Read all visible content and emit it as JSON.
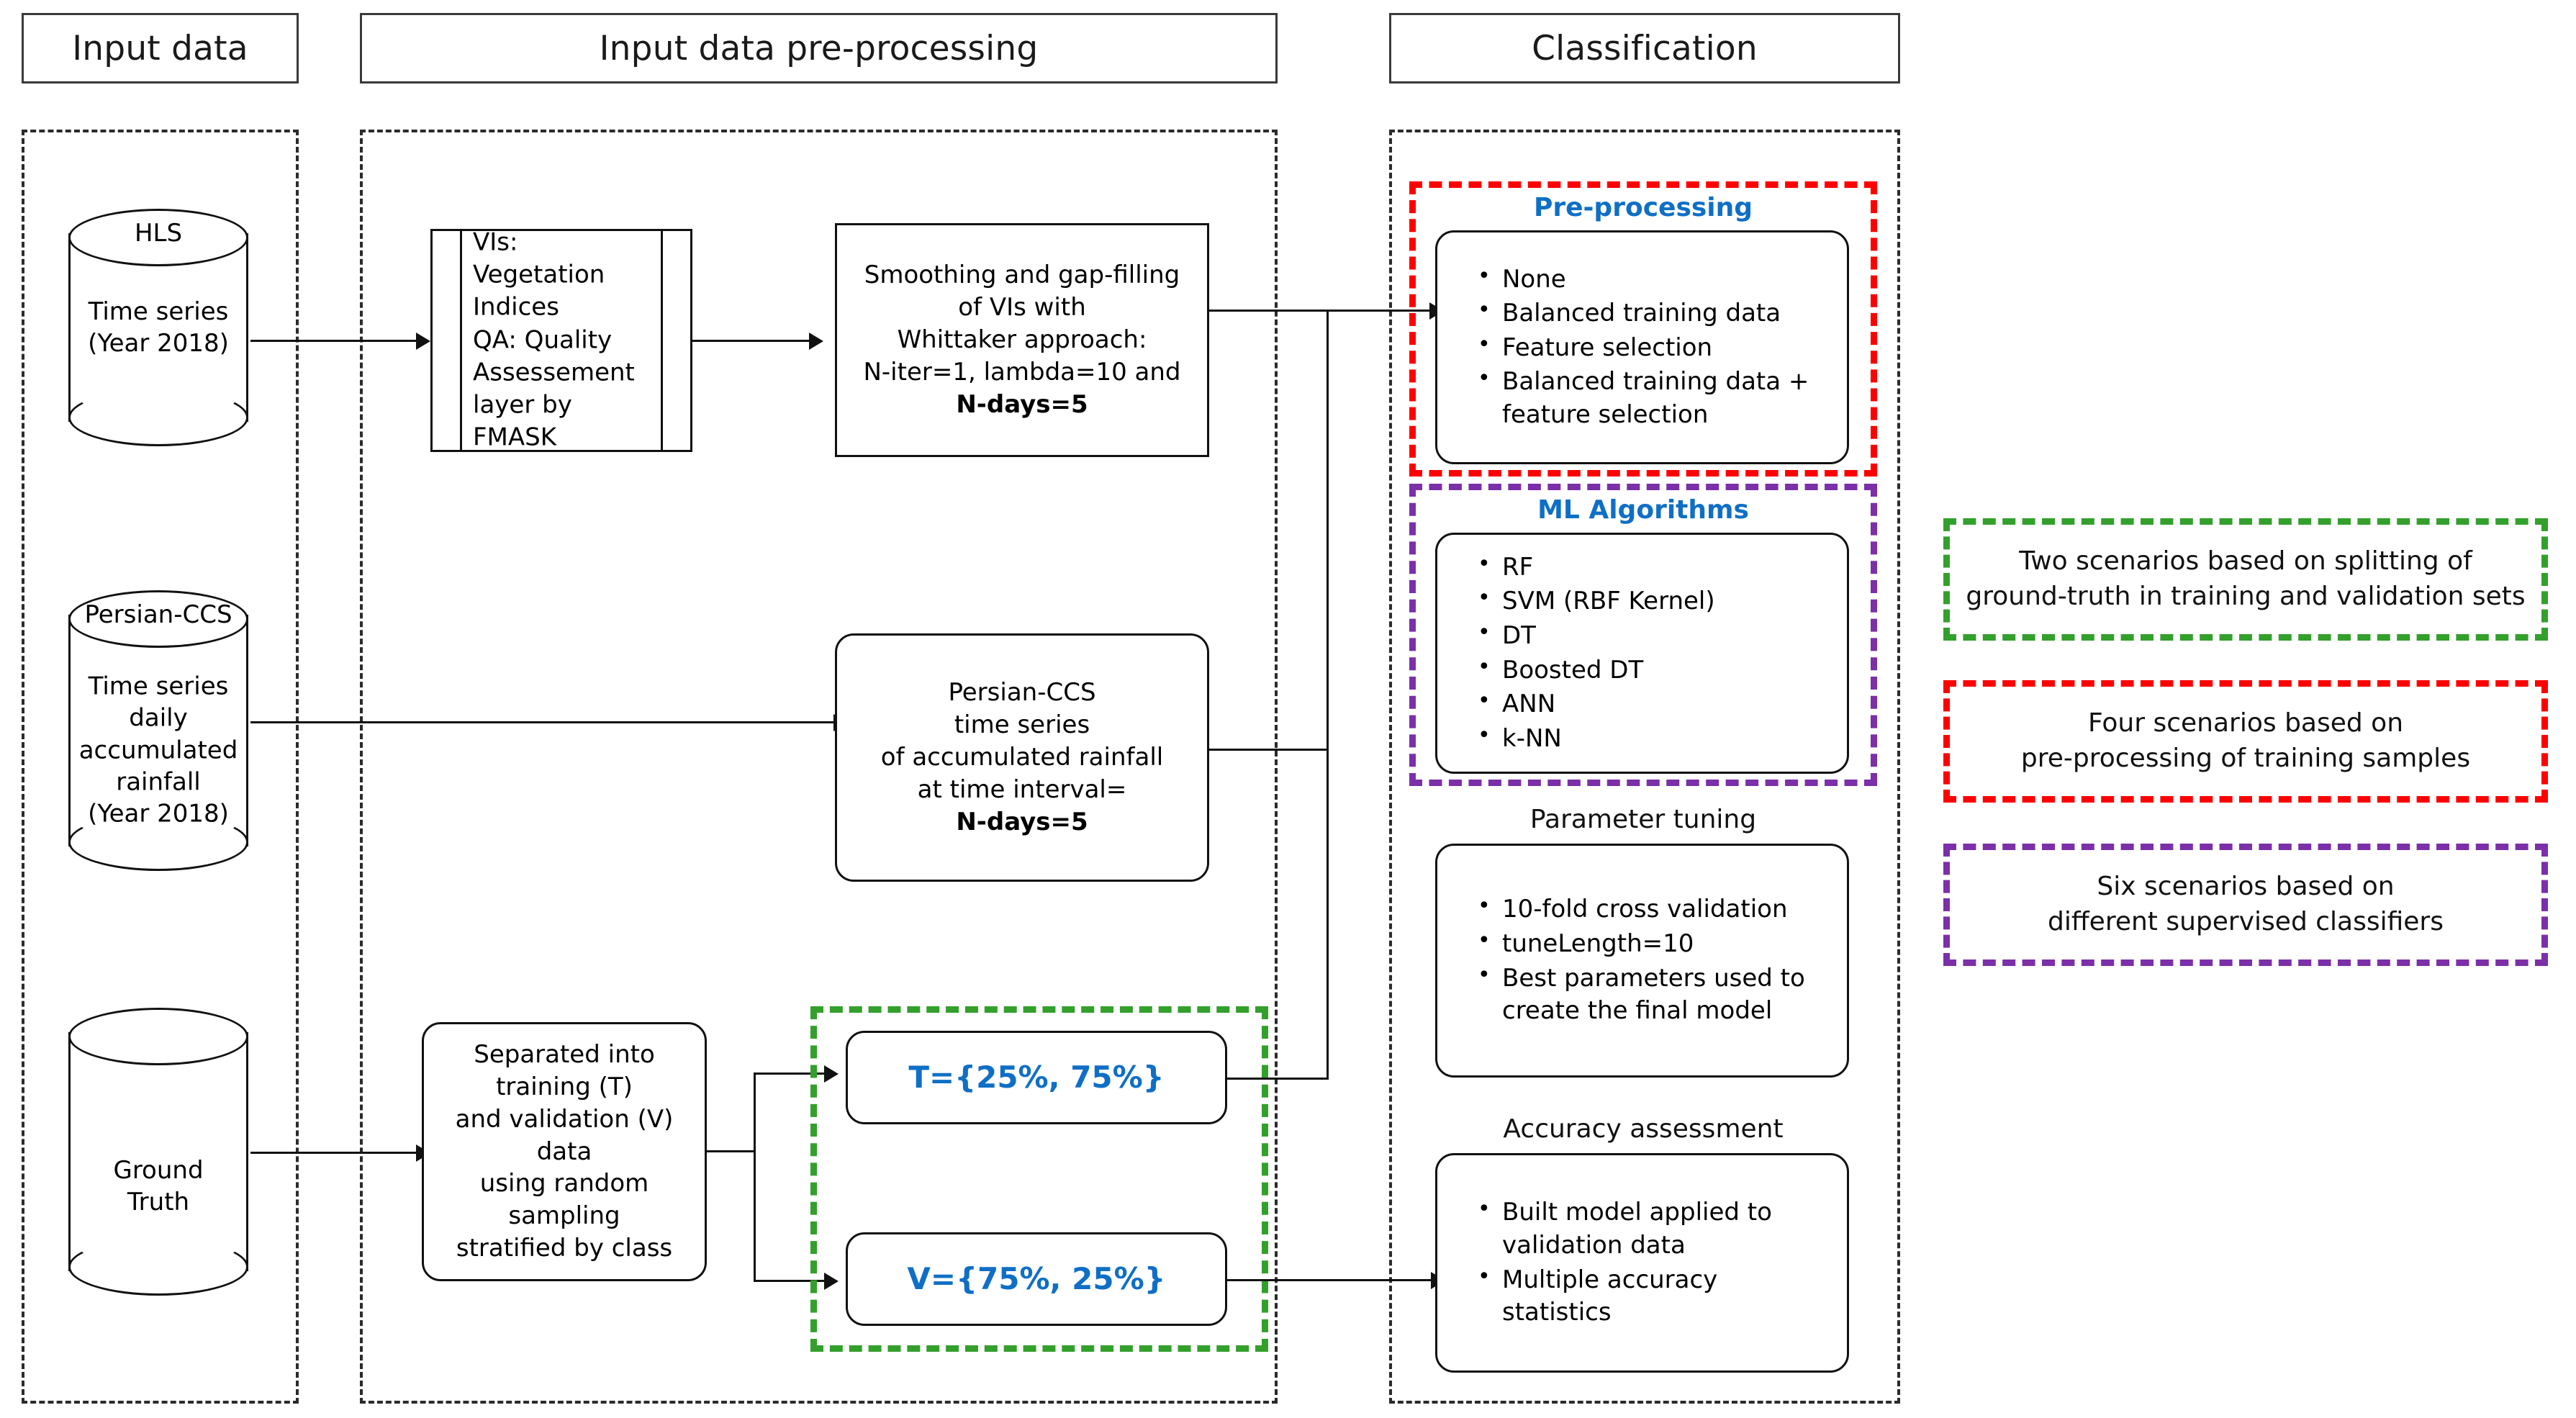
{
  "headers": {
    "input_data": "Input data",
    "preprocessing": "Input data pre-processing",
    "classification": "Classification"
  },
  "input_data": {
    "hls": {
      "title": "HLS",
      "line1": "Time series",
      "line2": "(Year 2018)"
    },
    "persian": {
      "title": "Persian-CCS",
      "line1": "Time series daily",
      "line2": "accumulated",
      "line3": "rainfall",
      "line4": "(Year 2018)"
    },
    "ground_truth": {
      "line1": "Ground",
      "line2": "Truth"
    }
  },
  "preprocessing": {
    "vi_box": {
      "l1": "VIs: Vegetation",
      "l2": "Indices",
      "l3": "QA: Quality",
      "l4": "Assessement",
      "l5": "layer by FMASK"
    },
    "smoothing_box": {
      "l1": "Smoothing and gap-filling",
      "l2": "of VIs with",
      "l3": "Whittaker approach:",
      "l4": "N-iter=1, lambda=10 and",
      "l5": "N-days=5"
    },
    "rainfall_box": {
      "l1": "Persian-CCS",
      "l2": "time series",
      "l3": "of accumulated rainfall",
      "l4": "at time interval=",
      "l5": "N-days=5"
    },
    "split_box": {
      "l1": "Separated into training (T)",
      "l2": "and validation (V) data",
      "l3": "using random sampling",
      "l4": "stratified by class"
    },
    "training_box": "T={25%, 75%}",
    "validation_box": "V={75%, 25%}"
  },
  "classification": {
    "preprocessing_group": {
      "title": "Pre-processing",
      "items": [
        "None",
        "Balanced training data",
        "Feature selection",
        "Balanced training data + feature selection"
      ]
    },
    "ml_group": {
      "title": "ML Algorithms",
      "items": [
        "RF",
        "SVM (RBF Kernel)",
        "DT",
        "Boosted DT",
        "ANN",
        "k-NN"
      ]
    },
    "tuning_group": {
      "title": "Parameter tuning",
      "items": [
        "10-fold cross validation",
        "tuneLength=10",
        "Best parameters used to create the final model"
      ]
    },
    "accuracy_group": {
      "title": "Accuracy assessment",
      "items": [
        "Built model applied to validation data",
        "Multiple accuracy statistics"
      ]
    }
  },
  "legend": [
    {
      "color": "#33A02C",
      "l1": "Two scenarios based on splitting of",
      "l2": "ground-truth in training and validation sets"
    },
    {
      "color": "#FF0000",
      "l1": "Four scenarios based on",
      "l2": "pre-processing of training samples"
    },
    {
      "color": "#7B2FA8",
      "l1": "Six scenarios based on",
      "l2": "different supervised classifiers"
    }
  ],
  "colors": {
    "accent_blue": "#0F6FC6",
    "green": "#33A02C",
    "red": "#FF0000",
    "purple": "#7B2FA8",
    "outline": "#111111"
  }
}
